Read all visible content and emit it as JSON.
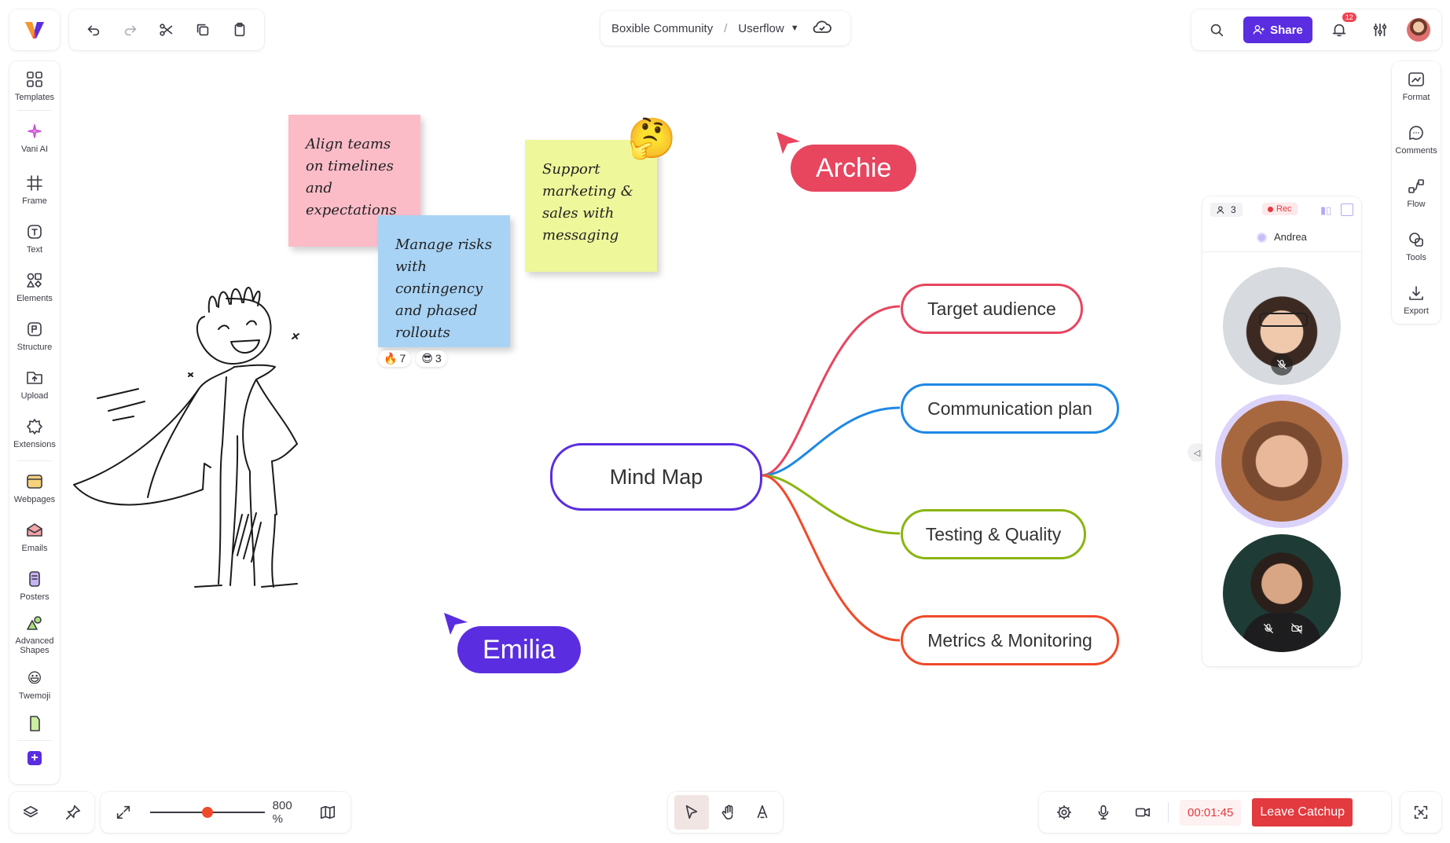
{
  "app": {
    "logo": "V-logo"
  },
  "breadcrumb": {
    "workspace": "Boxible Community",
    "separator": "/",
    "board": "Userflow"
  },
  "toolbar": {
    "share_label": "Share",
    "notification_count": "12"
  },
  "left_tools": [
    {
      "label": "Templates",
      "icon": "templates-icon"
    },
    {
      "label": "Vani AI",
      "icon": "sparkle-icon"
    },
    {
      "label": "Frame",
      "icon": "frame-icon"
    },
    {
      "label": "Text",
      "icon": "text-icon"
    },
    {
      "label": "Elements",
      "icon": "elements-icon"
    },
    {
      "label": "Structure",
      "icon": "structure-icon"
    },
    {
      "label": "Upload",
      "icon": "upload-icon"
    },
    {
      "label": "Extensions",
      "icon": "extensions-icon"
    },
    {
      "label": "Webpages",
      "icon": "webpages-icon"
    },
    {
      "label": "Emails",
      "icon": "emails-icon"
    },
    {
      "label": "Posters",
      "icon": "posters-icon"
    },
    {
      "label": "Advanced Shapes",
      "icon": "shapes-icon"
    },
    {
      "label": "Twemoji",
      "icon": "emoji-icon"
    }
  ],
  "right_tools": [
    {
      "label": "Format",
      "icon": "format-icon"
    },
    {
      "label": "Comments",
      "icon": "comments-icon"
    },
    {
      "label": "Flow",
      "icon": "flow-icon"
    },
    {
      "label": "Tools",
      "icon": "tools-icon"
    },
    {
      "label": "Export",
      "icon": "export-icon"
    }
  ],
  "stickies": [
    {
      "text": "Align teams on timelines and expectations",
      "color": "#fbbcc8"
    },
    {
      "text": "Manage risks with contingency and phased rollouts",
      "color": "#a8d3f5"
    },
    {
      "text": "Support marketing & sales with messaging",
      "color": "#eef79a"
    }
  ],
  "reactions": [
    {
      "emoji": "🔥",
      "count": "7"
    },
    {
      "emoji": "😎",
      "count": "3"
    }
  ],
  "mindmap": {
    "center": "Mind Map",
    "branches": [
      {
        "label": "Target audience",
        "color": "#e8455f"
      },
      {
        "label": "Communication plan",
        "color": "#1e88e5"
      },
      {
        "label": "Testing & Quality",
        "color": "#8ab511"
      },
      {
        "label": "Metrics & Monitoring",
        "color": "#f04a2a"
      }
    ]
  },
  "cursors": [
    {
      "name": "Archie",
      "color": "#e8455f"
    },
    {
      "name": "Emilia",
      "color": "#5a2de0"
    }
  ],
  "call": {
    "participant_count": "3",
    "rec_label": "Rec",
    "speaker": "Andrea"
  },
  "zoom": {
    "level": "800 %",
    "slider_fraction": 0.5
  },
  "session": {
    "timer": "00:01:45",
    "leave_label": "Leave Catchup"
  },
  "colors": {
    "accent": "#5a2de0",
    "danger": "#e23a3f"
  }
}
